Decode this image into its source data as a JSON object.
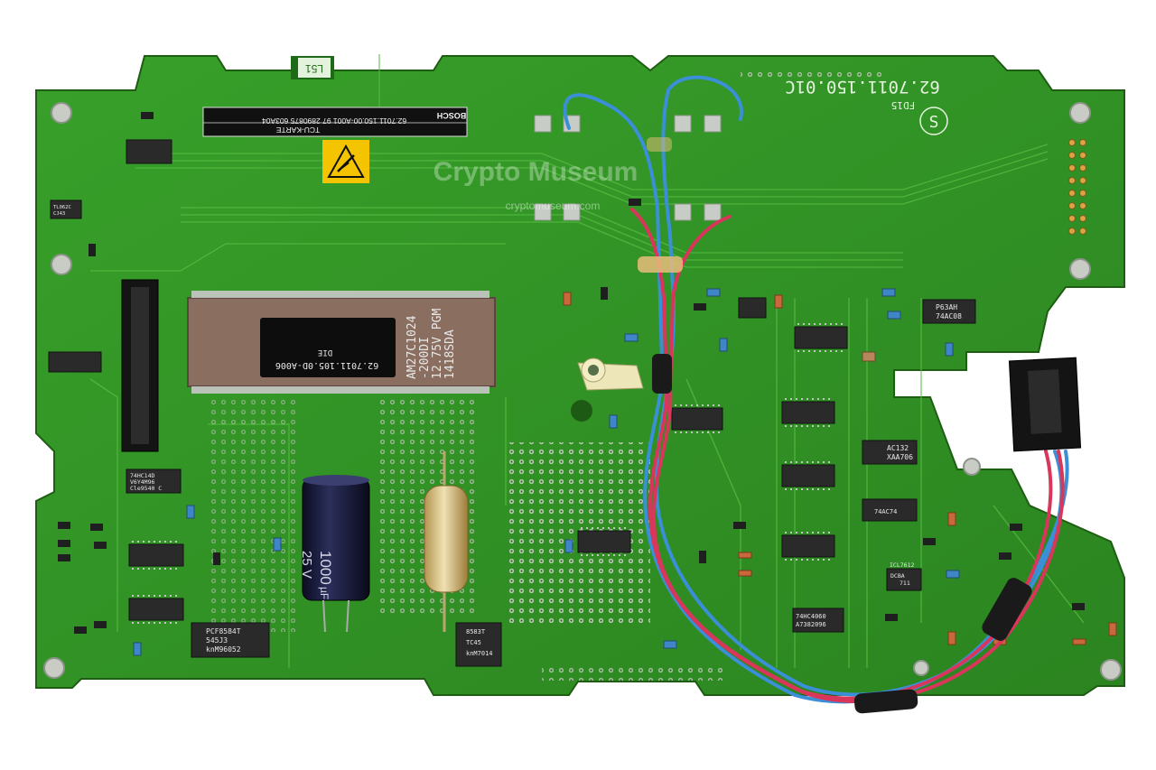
{
  "board": {
    "label_line1": "62.7011.150.00-A001  97 2890875  603A04",
    "label_line2": "TCU-KARTE",
    "label_brand": "BOSCH",
    "part_silk": "62.7011.150.01C",
    "silk_s": "S",
    "silk_fd": "FD15",
    "silk_l51": "L51"
  },
  "watermark": {
    "name": "Crypto Museum",
    "url": "cryptomuseum.com"
  },
  "eprom": {
    "line1": "AM27C1024",
    "line2": "-200DI",
    "line3": "12.75V PGM",
    "line4": "1418SDA",
    "sticker1": "62.7011.105.0D-A006",
    "sticker2": "DIE"
  },
  "capacitor": {
    "value": "1000",
    "unit": "µF",
    "voltage": "25 V"
  },
  "chips": {
    "pcf": [
      "PCF8584T",
      "545J3",
      "knM96052"
    ],
    "hc14": [
      "74HC14D",
      "V6Y4M96",
      "Cle9540 C"
    ],
    "hc4": [
      "74HC4060",
      "A7382096"
    ],
    "ac132": [
      "AC132",
      "XAA706"
    ],
    "ac08": [
      "P63AH",
      "74AC08"
    ],
    "ac74": [
      "74AC74"
    ],
    "icl": [
      "ICL7612",
      "DCBA",
      "711"
    ],
    "tc45": [
      "8583T",
      "TC45",
      "knM7014"
    ],
    "tl062": [
      "TL062C",
      "CJ43"
    ]
  },
  "colors": {
    "pcb": "#2f8f22",
    "pcb_dark": "#1f6a16",
    "trace": "#3da52c",
    "chip": "#2a2a2a",
    "wire_blue": "#3a8fd6",
    "wire_red": "#d8365a",
    "warning_yellow": "#f5c400"
  }
}
